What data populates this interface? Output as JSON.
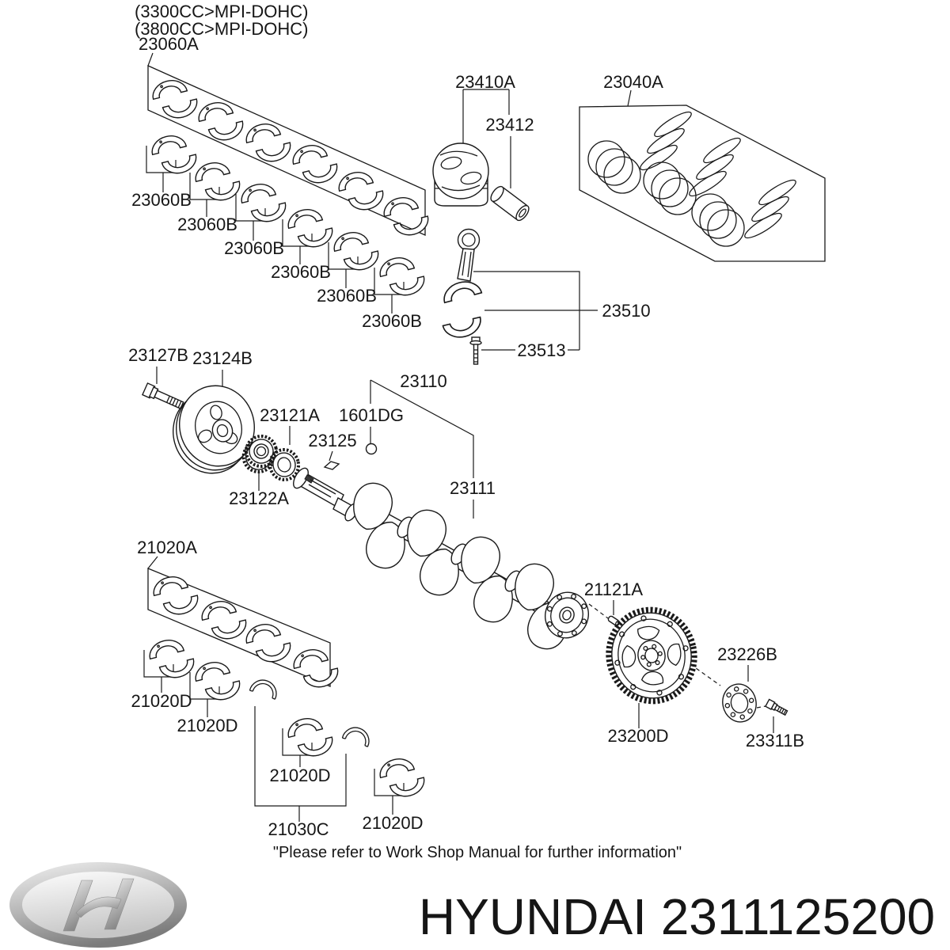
{
  "header": {
    "variant_1": "(3300CC>MPI-DOHC)",
    "variant_2": "(3800CC>MPI-DOHC)"
  },
  "labels": {
    "main_bearing_set": "23060A",
    "main_bearing": "23060B",
    "piston_set": "23410A",
    "piston_pin": "23412",
    "piston_ring_set": "23040A",
    "connecting_rod": "23510",
    "rod_bolt": "23513",
    "pulley_bolt": "23127B",
    "crankshaft_pulley": "23124B",
    "timing_sprocket": "23121A",
    "crankshaft_gear": "23122A",
    "woodruff_key": "23125",
    "dowel_pin": "1601DG",
    "crankshaft_assy": "23110",
    "crankshaft": "23111",
    "lower_bearing_set": "21020A",
    "lower_bearing": "21020D",
    "thrust_washer_set": "21030C",
    "flywheel_dowel": "21121A",
    "drive_plate": "23200D",
    "adapter_plate": "23226B",
    "flywheel_bolt": "23311B"
  },
  "footer": {
    "note": "\"Please refer to Work Shop Manual for further information\"",
    "brand": "HYUNDAI",
    "part_number": "2311125200",
    "brand_line": "HYUNDAI 2311125200",
    "logo": "hyundai-logo"
  }
}
